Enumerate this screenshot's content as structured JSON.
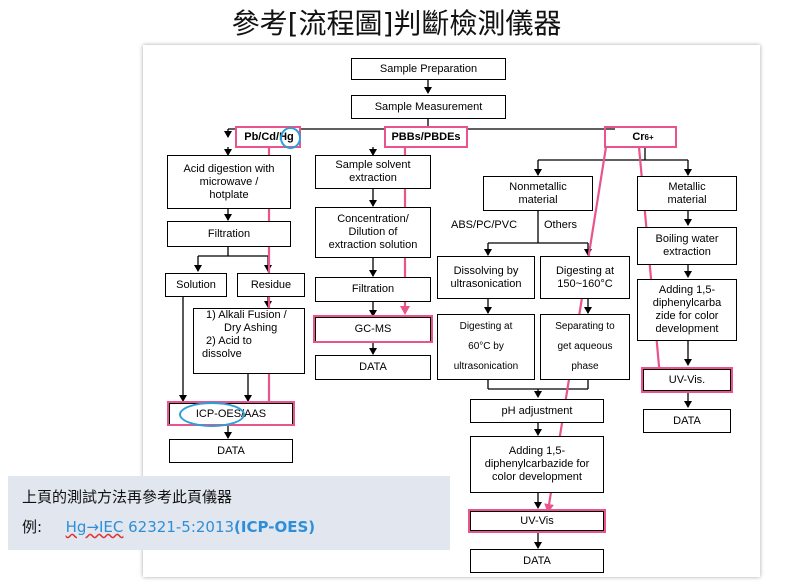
{
  "title": "參考[流程圖]判斷檢測儀器",
  "flow": {
    "sample_preparation": "Sample Preparation",
    "sample_measurement": "Sample Measurement",
    "branch_metals": "Pb/Cd/Hg",
    "branch_pbb": "PBBs/PBDEs",
    "branch_cr": "Cr",
    "branch_cr_sup": "6+",
    "acid_digestion": [
      "Acid digestion with",
      "microwave /",
      "hotplate"
    ],
    "filtration_1": "Filtration",
    "solution": "Solution",
    "residue": "Residue",
    "alkali_fusion": [
      "1) Alkali Fusion /",
      "Dry Ashing",
      "2) Acid to",
      "dissolve"
    ],
    "icp_oes_aas": "ICP-OES/AAS",
    "data_1": "DATA",
    "sample_solvent": [
      "Sample solvent",
      "extraction"
    ],
    "concentration": [
      "Concentration/",
      "Dilution of",
      "extraction solution"
    ],
    "filtration_2": "Filtration",
    "gc_ms": "GC-MS",
    "data_2": "DATA",
    "nonmetallic": [
      "Nonmetallic",
      "material"
    ],
    "abs_pc_pvc": "ABS/PC/PVC",
    "others": "Others",
    "dissolving": [
      "Dissolving by",
      "ultrasonication"
    ],
    "digesting_150": [
      "Digesting at",
      "150~160°C"
    ],
    "digesting_60": [
      "Digesting at",
      "60°C by",
      "ultrasonication"
    ],
    "separating": [
      "Separating to",
      "get aqueous",
      "phase"
    ],
    "ph_adjustment": "pH adjustment",
    "adding_center": [
      "Adding 1,5-",
      "diphenylcarbazide for",
      "color development"
    ],
    "uv_vis_center": "UV-Vis",
    "data_3": "DATA",
    "metallic": [
      "Metallic",
      "material"
    ],
    "boiling_water": [
      "Boiling water",
      "extraction"
    ],
    "adding_right": [
      "Adding 1,5-",
      "diphenylcarba",
      "zide for color",
      "development"
    ],
    "uv_vis_right": "UV-Vis.",
    "data_4": "DATA"
  },
  "note": {
    "line1": "上頁的測試方法再參考此頁儀器",
    "example_label": "例:",
    "link_text": "Hg→IEC",
    "standard": " 62321-5:2013",
    "method": "(ICP-OES)"
  },
  "colors": {
    "highlight": "#e8548b",
    "ellipse": "#2a9fd8",
    "note_bg": "#e1e6ef",
    "link": "#2d8fd8"
  }
}
